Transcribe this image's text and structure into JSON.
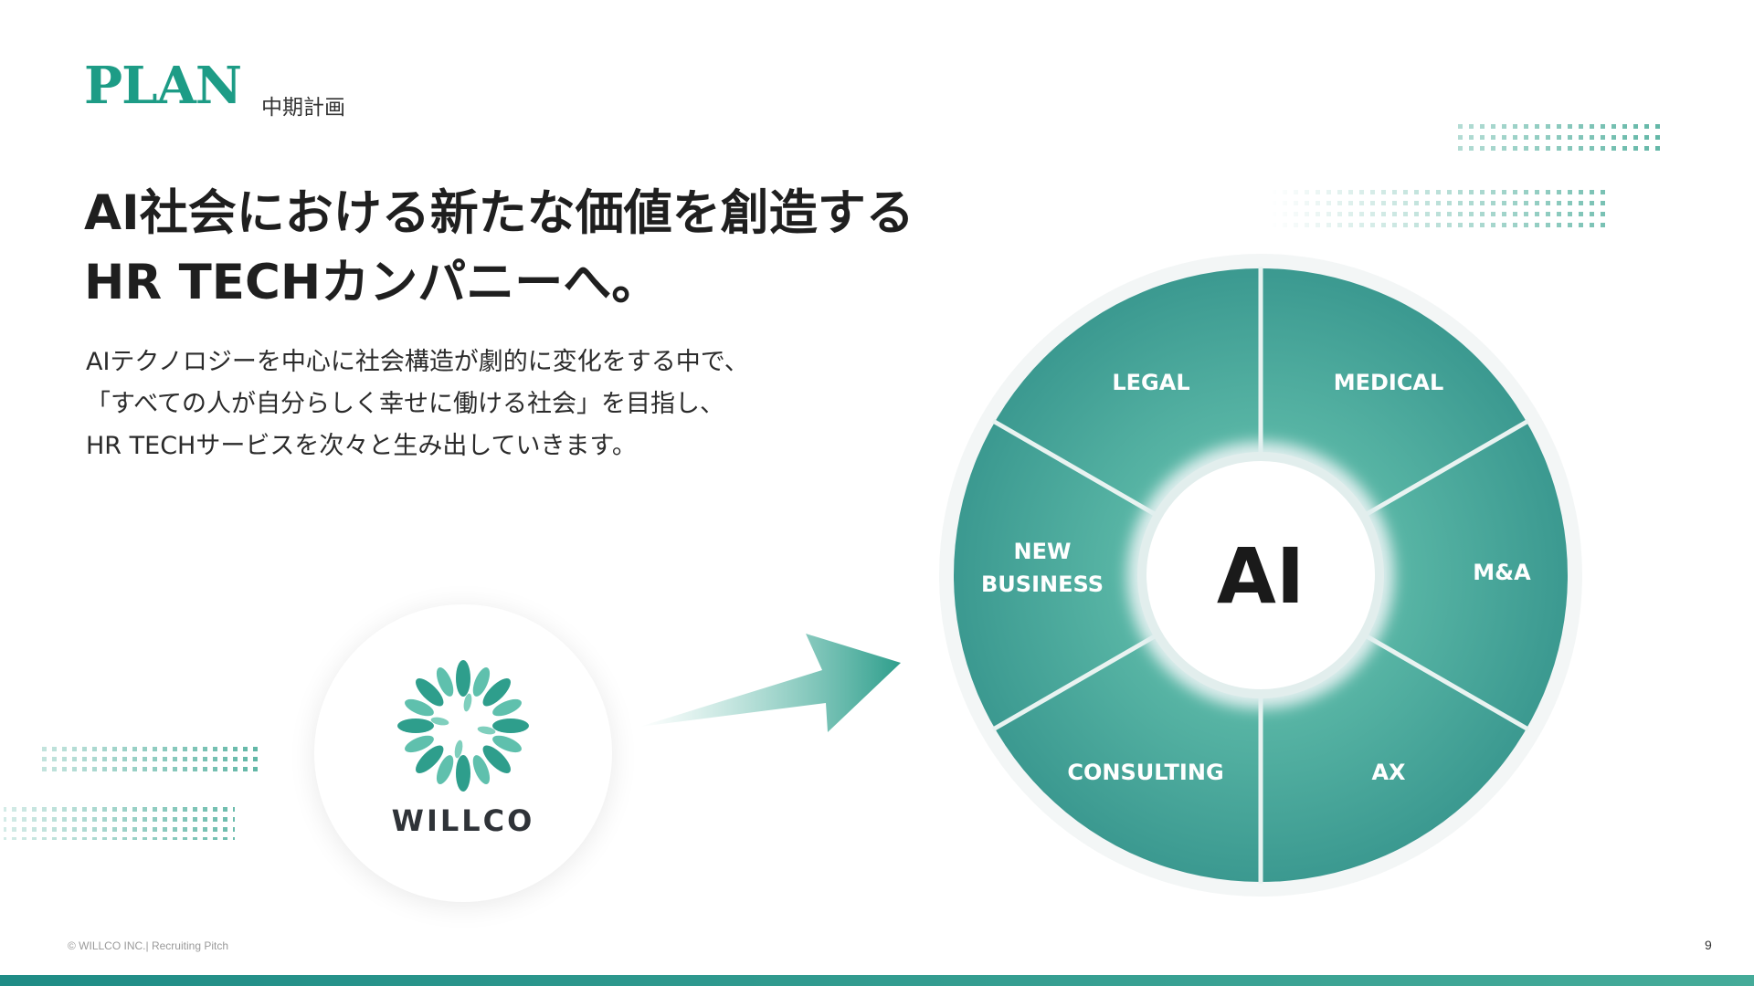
{
  "section": {
    "title": "PLAN",
    "subtitle": "中期計画"
  },
  "headline": {
    "line1": "AI社会における新たな価値を創造する",
    "line2": "HR TECHカンパニーへ。"
  },
  "body": {
    "line1": "AIテクノロジーを中心に社会構造が劇的に変化をする中で、",
    "line2": "「すべての人が自分らしく幸せに働ける社会」を目指し、",
    "line3": "HR TECHサービスを次々と生み出していきます。"
  },
  "logo": {
    "text": "WILLCO"
  },
  "wheel": {
    "center": "AI",
    "segments": {
      "legal": "LEGAL",
      "medical": "MEDICAL",
      "ma": "M&A",
      "ax": "AX",
      "consulting": "CONSULTING",
      "new_business_1": "NEW",
      "new_business_2": "BUSINESS"
    }
  },
  "footer": {
    "left": "© WILLCO INC.|  Recruiting Pitch",
    "page": "9"
  },
  "colors": {
    "accent": "#1d9c86",
    "segment": "#4aa99a",
    "bar": "#2d9a8f"
  }
}
